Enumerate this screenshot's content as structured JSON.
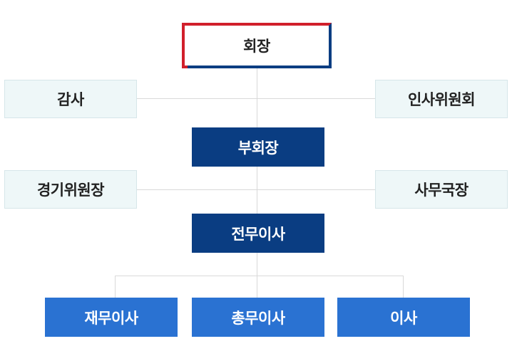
{
  "org": {
    "chairman": "회장",
    "auditor": "감사",
    "hr_committee": "인사위원회",
    "vice_chairman": "부회장",
    "competition_chair": "경기위원장",
    "secretary_general": "사무국장",
    "executive_director": "전무이사",
    "finance_director": "재무이사",
    "general_affairs_director": "총무이사",
    "director": "이사"
  },
  "colors": {
    "dark_navy": "#0a3d82",
    "accent_red": "#d11f2b",
    "blue": "#2a72d2",
    "side_bg": "#eef7f8",
    "connector": "#d9d9d9"
  }
}
